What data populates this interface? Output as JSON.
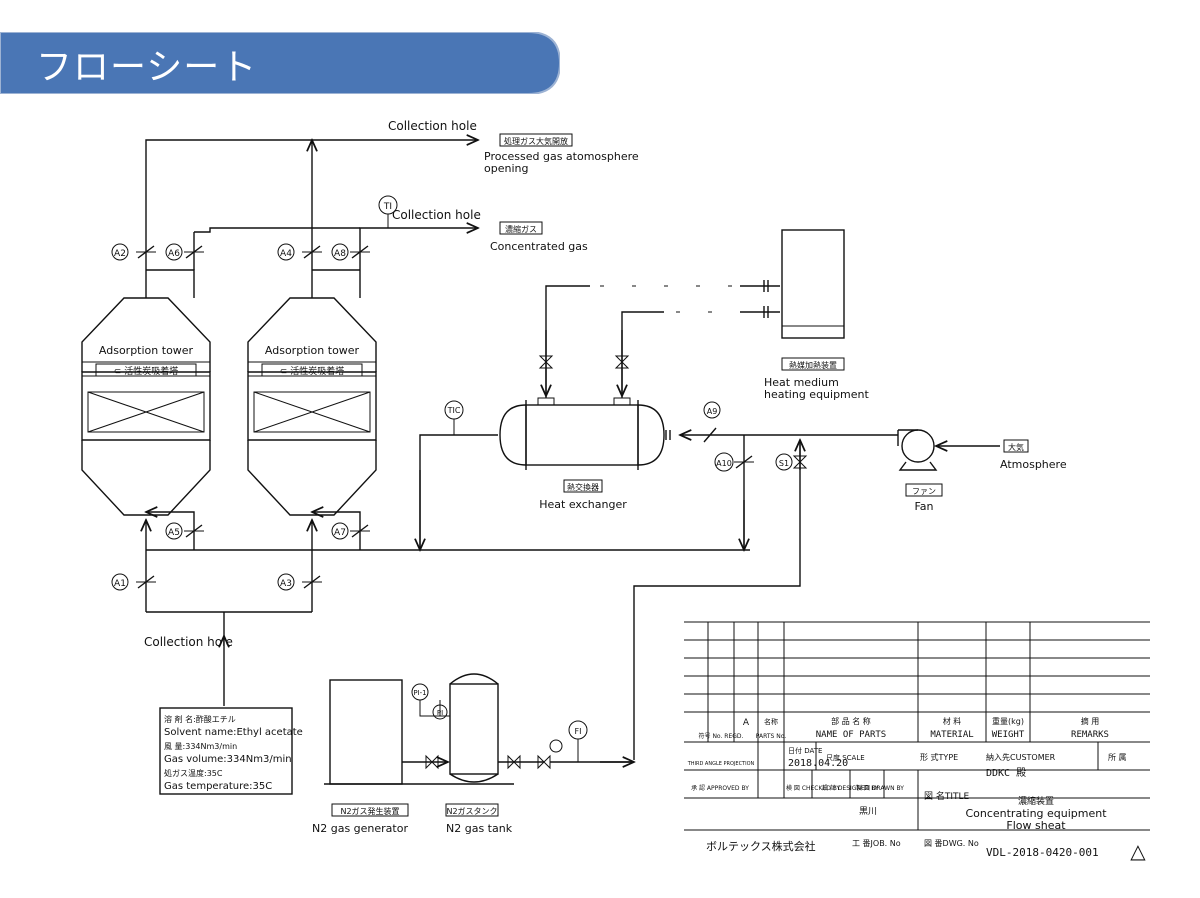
{
  "header": {
    "title": "フローシート",
    "color": "#4a76b5"
  },
  "towers": [
    {
      "label": "Adsorption tower",
      "tag": "⊂ 活性炭吸着塔"
    },
    {
      "label": "Adsorption tower",
      "tag": "⊂ 活性炭吸着塔"
    }
  ],
  "valves": {
    "a1": "A1",
    "a2": "A2",
    "a3": "A3",
    "a4": "A4",
    "a5": "A5",
    "a6": "A6",
    "a7": "A7",
    "a8": "A8",
    "a9": "A9",
    "a10": "A10",
    "s1": "S1"
  },
  "instruments": {
    "ti": "TI",
    "tic": "TIC",
    "pi1": "PI-1",
    "pi2": "PI",
    "fi": "FI"
  },
  "outlets": {
    "top_collection": "Collection hole",
    "processed_jp": "処理ガス大気開放",
    "processed_en_1": "Processed gas atomosphere",
    "processed_en_2": "opening",
    "mid_collection": "Collection hole",
    "concentrated_jp": "濃縮ガス",
    "concentrated_en": "Concentrated gas",
    "bottom_collection": "Collection hole"
  },
  "heat_medium": {
    "jp": "熱媒加熱装置",
    "en_1": "Heat medium",
    "en_2": "heating equipment"
  },
  "heat_exchanger": {
    "jp": "熱交換器",
    "en": "Heat exchanger"
  },
  "fan": {
    "jp": "ファン",
    "en": "Fan"
  },
  "atmosphere": {
    "jp": "大気",
    "en": "Atmosphere"
  },
  "n2": {
    "gen_jp": "N2ガス発生装置",
    "gen_en": "N2 gas generator",
    "tank_jp": "N2ガスタンク",
    "tank_en": "N2 gas tank"
  },
  "conditions": {
    "line1": "溶 剤 名:酢酸エチル",
    "line2": "Solvent name:Ethyl acetate",
    "line3": "風 量:334Nm3/min",
    "line4": "Gas volume:334Nm3/min",
    "line5": "処ガス温度:35C",
    "line6": "Gas temperature:35C"
  },
  "title_block": {
    "col_a": "A",
    "col_revision": "名称",
    "col_parts_no": "PARTS No.",
    "rev_label": "符号 No. REGD.",
    "name_parts": "NAME OF PARTS",
    "material": "MATERIAL",
    "weight": "WEIGHT",
    "remarks": "REMARKS",
    "h_name_jp": "部 品 名 称",
    "h_material_jp": "材 料",
    "h_weight_jp": "重量(kg)",
    "h_remarks_jp": "摘 用",
    "projection": "THIRD ANGLE PROJECTION",
    "date_label": "日付 DATE",
    "date": "2018.04.20",
    "scale_label": "尺度 SCALE",
    "type_label": "形 式TYPE",
    "customer_label": "納入先CUSTOMER",
    "type_value": "DDKC 殿",
    "owner_label": "所 属",
    "approved": "承 認 APPROVED BY",
    "checked": "検 図 CHECKED BY",
    "designed": "設 計 DESIGNED BY",
    "drawn": "製 図 DRAWN BY",
    "drawn_name": "黒川",
    "title_label": "図 名TITLE",
    "title_jp": "濃縮装置",
    "title_en_1": "Concentrating equipment",
    "title_en_2": "Flow sheat",
    "company": "ボルテックス株式会社",
    "job_label": "工 番JOB. No",
    "dwg_label": "図 番DWG. No",
    "dwg_no": "VDL-2018-0420-001",
    "revision_mark": "△"
  }
}
